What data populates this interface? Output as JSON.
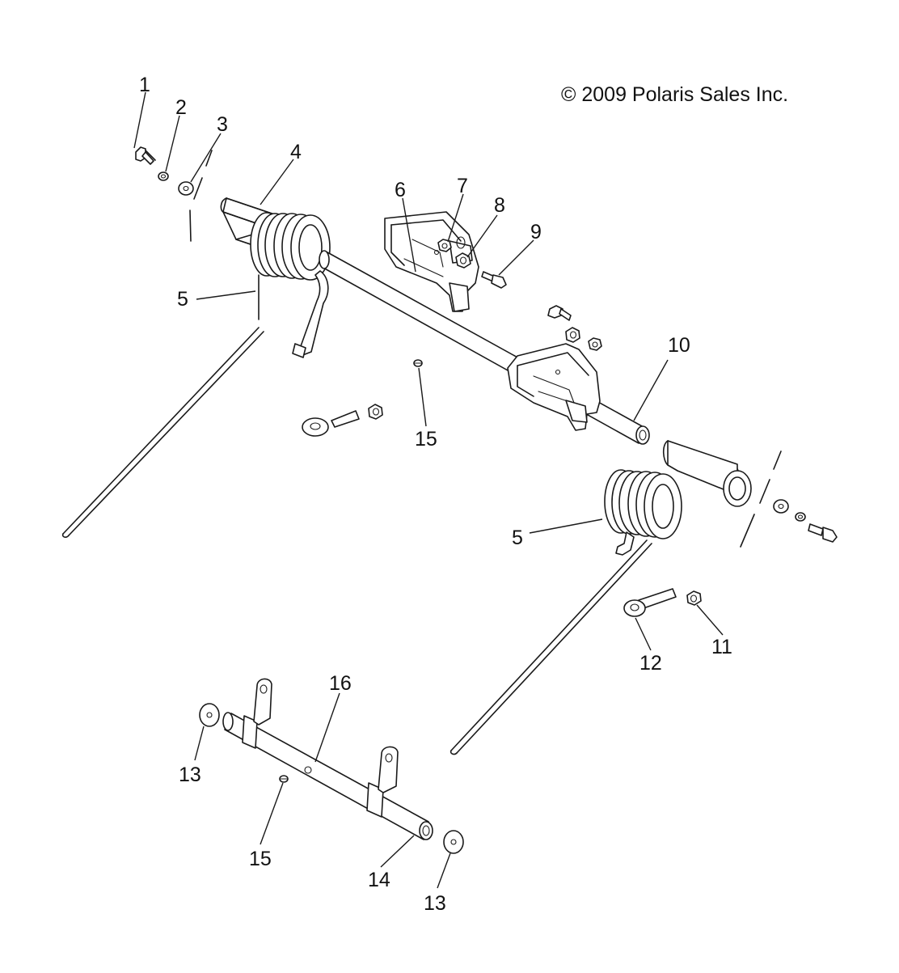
{
  "copyright": "© 2009 Polaris Sales Inc.",
  "callouts": {
    "c1": "1",
    "c2": "2",
    "c3": "3",
    "c4": "4",
    "c5a": "5",
    "c5b": "5",
    "c6": "6",
    "c7": "7",
    "c8": "8",
    "c9": "9",
    "c10": "10",
    "c11": "11",
    "c12": "12",
    "c13a": "13",
    "c13b": "13",
    "c14": "14",
    "c15a": "15",
    "c15b": "15",
    "c16": "16"
  },
  "colors": {
    "line": "#1a1a1a",
    "background": "#ffffff"
  }
}
